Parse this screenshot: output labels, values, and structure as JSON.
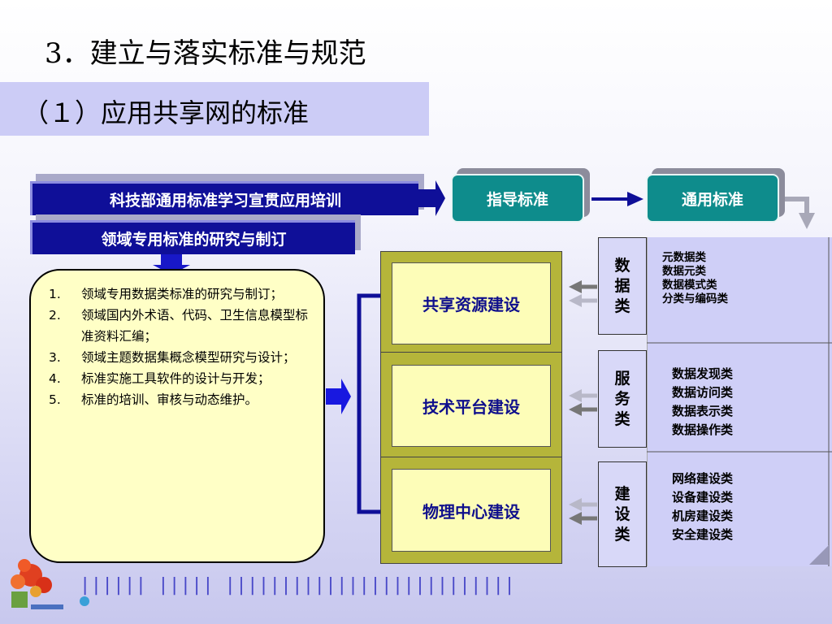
{
  "title": "3．建立与落实标准与规范",
  "subtitle": "（１）应用共享网的标准",
  "banners": {
    "training": "科技部通用标准学习宣贯应用培训",
    "domain": "领域专用标准的研究与制订"
  },
  "guides": {
    "guidance": "指导标准",
    "general": "通用标准"
  },
  "tasks": [
    {
      "num": "1.",
      "text": "领域专用数据类标准的研究与制订；"
    },
    {
      "num": "2.",
      "text": "领域国内外术语、代码、卫生信息模型标准资料汇编；"
    },
    {
      "num": "3.",
      "text": "领域主题数据集概念模型研究与设计；"
    },
    {
      "num": "4.",
      "text": "标准实施工具软件的设计与开发；"
    },
    {
      "num": "5.",
      "text": "标准的培训、审核与动态维护。"
    }
  ],
  "build_blocks": {
    "resource": "共享资源建设",
    "platform": "技术平台建设",
    "physical": "物理中心建设"
  },
  "categories": [
    {
      "label": "数据类",
      "items": [
        "元数据类",
        "数据元类",
        "数据模式类",
        "分类与编码类"
      ]
    },
    {
      "label": "服务类",
      "items": [
        "数据发现类",
        "数据访问类",
        "数据表示类",
        "数据操作类"
      ]
    },
    {
      "label": "建设类",
      "items": [
        "网络建设类",
        "设备建设类",
        "机房建设类",
        "安全建设类"
      ]
    }
  ],
  "colors": {
    "banner_blue": "#0f0f98",
    "teal": "#0e8c8c",
    "cream": "#ffffc6",
    "olive": "#b5b53a",
    "panel": "#cfcff7",
    "block_text": "#0f0f8c"
  }
}
